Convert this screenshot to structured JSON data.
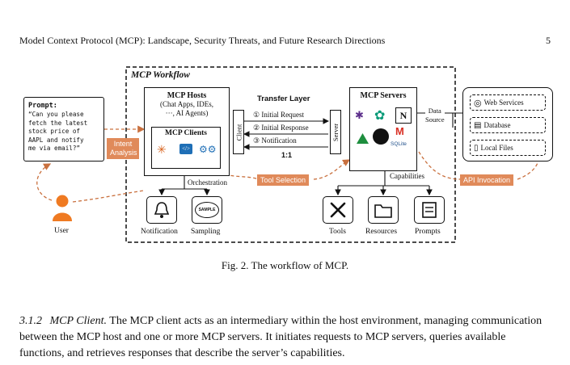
{
  "header": {
    "title": "Model Context Protocol (MCP): Landscape, Security Threats, and Future Research Directions",
    "page_number": "5"
  },
  "figure": {
    "workflow_title": "MCP Workflow",
    "prompt": {
      "label": "Prompt:",
      "text": "“Can you please\nfetch the latest\nstock price of\nAAPL and notify\nme via email?”"
    },
    "user_label": "User",
    "intent_tag": "Intent\nAnalysis",
    "hosts": {
      "title": "MCP Hosts",
      "subtitle": "(Chat Apps, IDEs,\n···, AI Agents)",
      "clients_title": "MCP Clients"
    },
    "orchestration_label": "Orchestration",
    "tool_selection_tag": "Tool Selection",
    "notification_label": "Notification",
    "sampling_label": "Sampling",
    "sample_stamp": "SAMPLE",
    "transfer": {
      "title": "Transfer Layer",
      "client_label": "Client",
      "server_label": "Server",
      "step1": "① Initial Request",
      "step2": "② Initial Response",
      "step3": "③ Notification",
      "ratio": "1:1"
    },
    "servers": {
      "title": "MCP Servers",
      "sqlite_label": "SQLite"
    },
    "capabilities_label": "Capabilities",
    "tools_label": "Tools",
    "resources_label": "Resources",
    "prompts_label": "Prompts",
    "data_source_label": "Data\nSource",
    "api_tag": "API Invocation",
    "sources": [
      "Web Services",
      "Database",
      "Local Files"
    ]
  },
  "caption": "Fig. 2.  The workflow of MCP.",
  "section": {
    "number": "3.1.2",
    "heading": "MCP Client.",
    "body": "The MCP client acts as an intermediary within the host environment, managing communication between the MCP host and one or more MCP servers. It initiates requests to MCP servers, queries available functions, and retrieves responses that describe the server’s capabilities."
  },
  "colors": {
    "accent": "#e08a5a",
    "arrow": "#c9703e"
  }
}
